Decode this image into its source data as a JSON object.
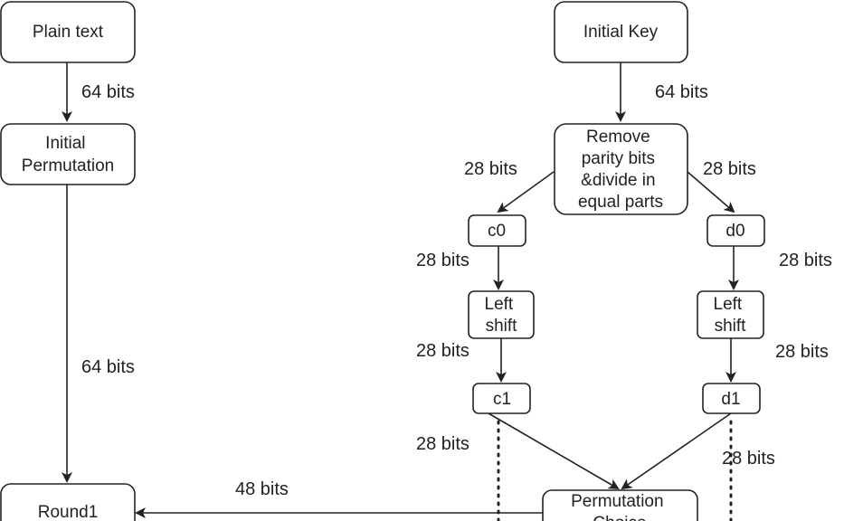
{
  "nodes": {
    "plain_text": "Plain text",
    "initial_key": "Initial Key",
    "initial_permutation": [
      "Initial",
      "Permutation"
    ],
    "remove_parity": [
      "Remove",
      "parity bits",
      "&divide in",
      "equal parts"
    ],
    "c0": "c0",
    "d0": "d0",
    "left_shift_c": [
      "Left",
      "shift"
    ],
    "left_shift_d": [
      "Left",
      "shift"
    ],
    "c1": "c1",
    "d1": "d1",
    "permutation_choice": [
      "Permutation",
      "Choice"
    ],
    "round1": "Round1"
  },
  "edge_labels": {
    "plain_to_ip": "64 bits",
    "key_to_remove": "64 bits",
    "remove_to_c0": "28 bits",
    "remove_to_d0": "28 bits",
    "c0_to_shift": "28 bits",
    "d0_to_shift": "28 bits",
    "ip_to_round1": "64 bits",
    "shift_to_c1": "28 bits",
    "shift_to_d1": "28 bits",
    "c1_down": "28 bits",
    "d1_down": "28 bits",
    "pc_to_round1": "48 bits"
  }
}
